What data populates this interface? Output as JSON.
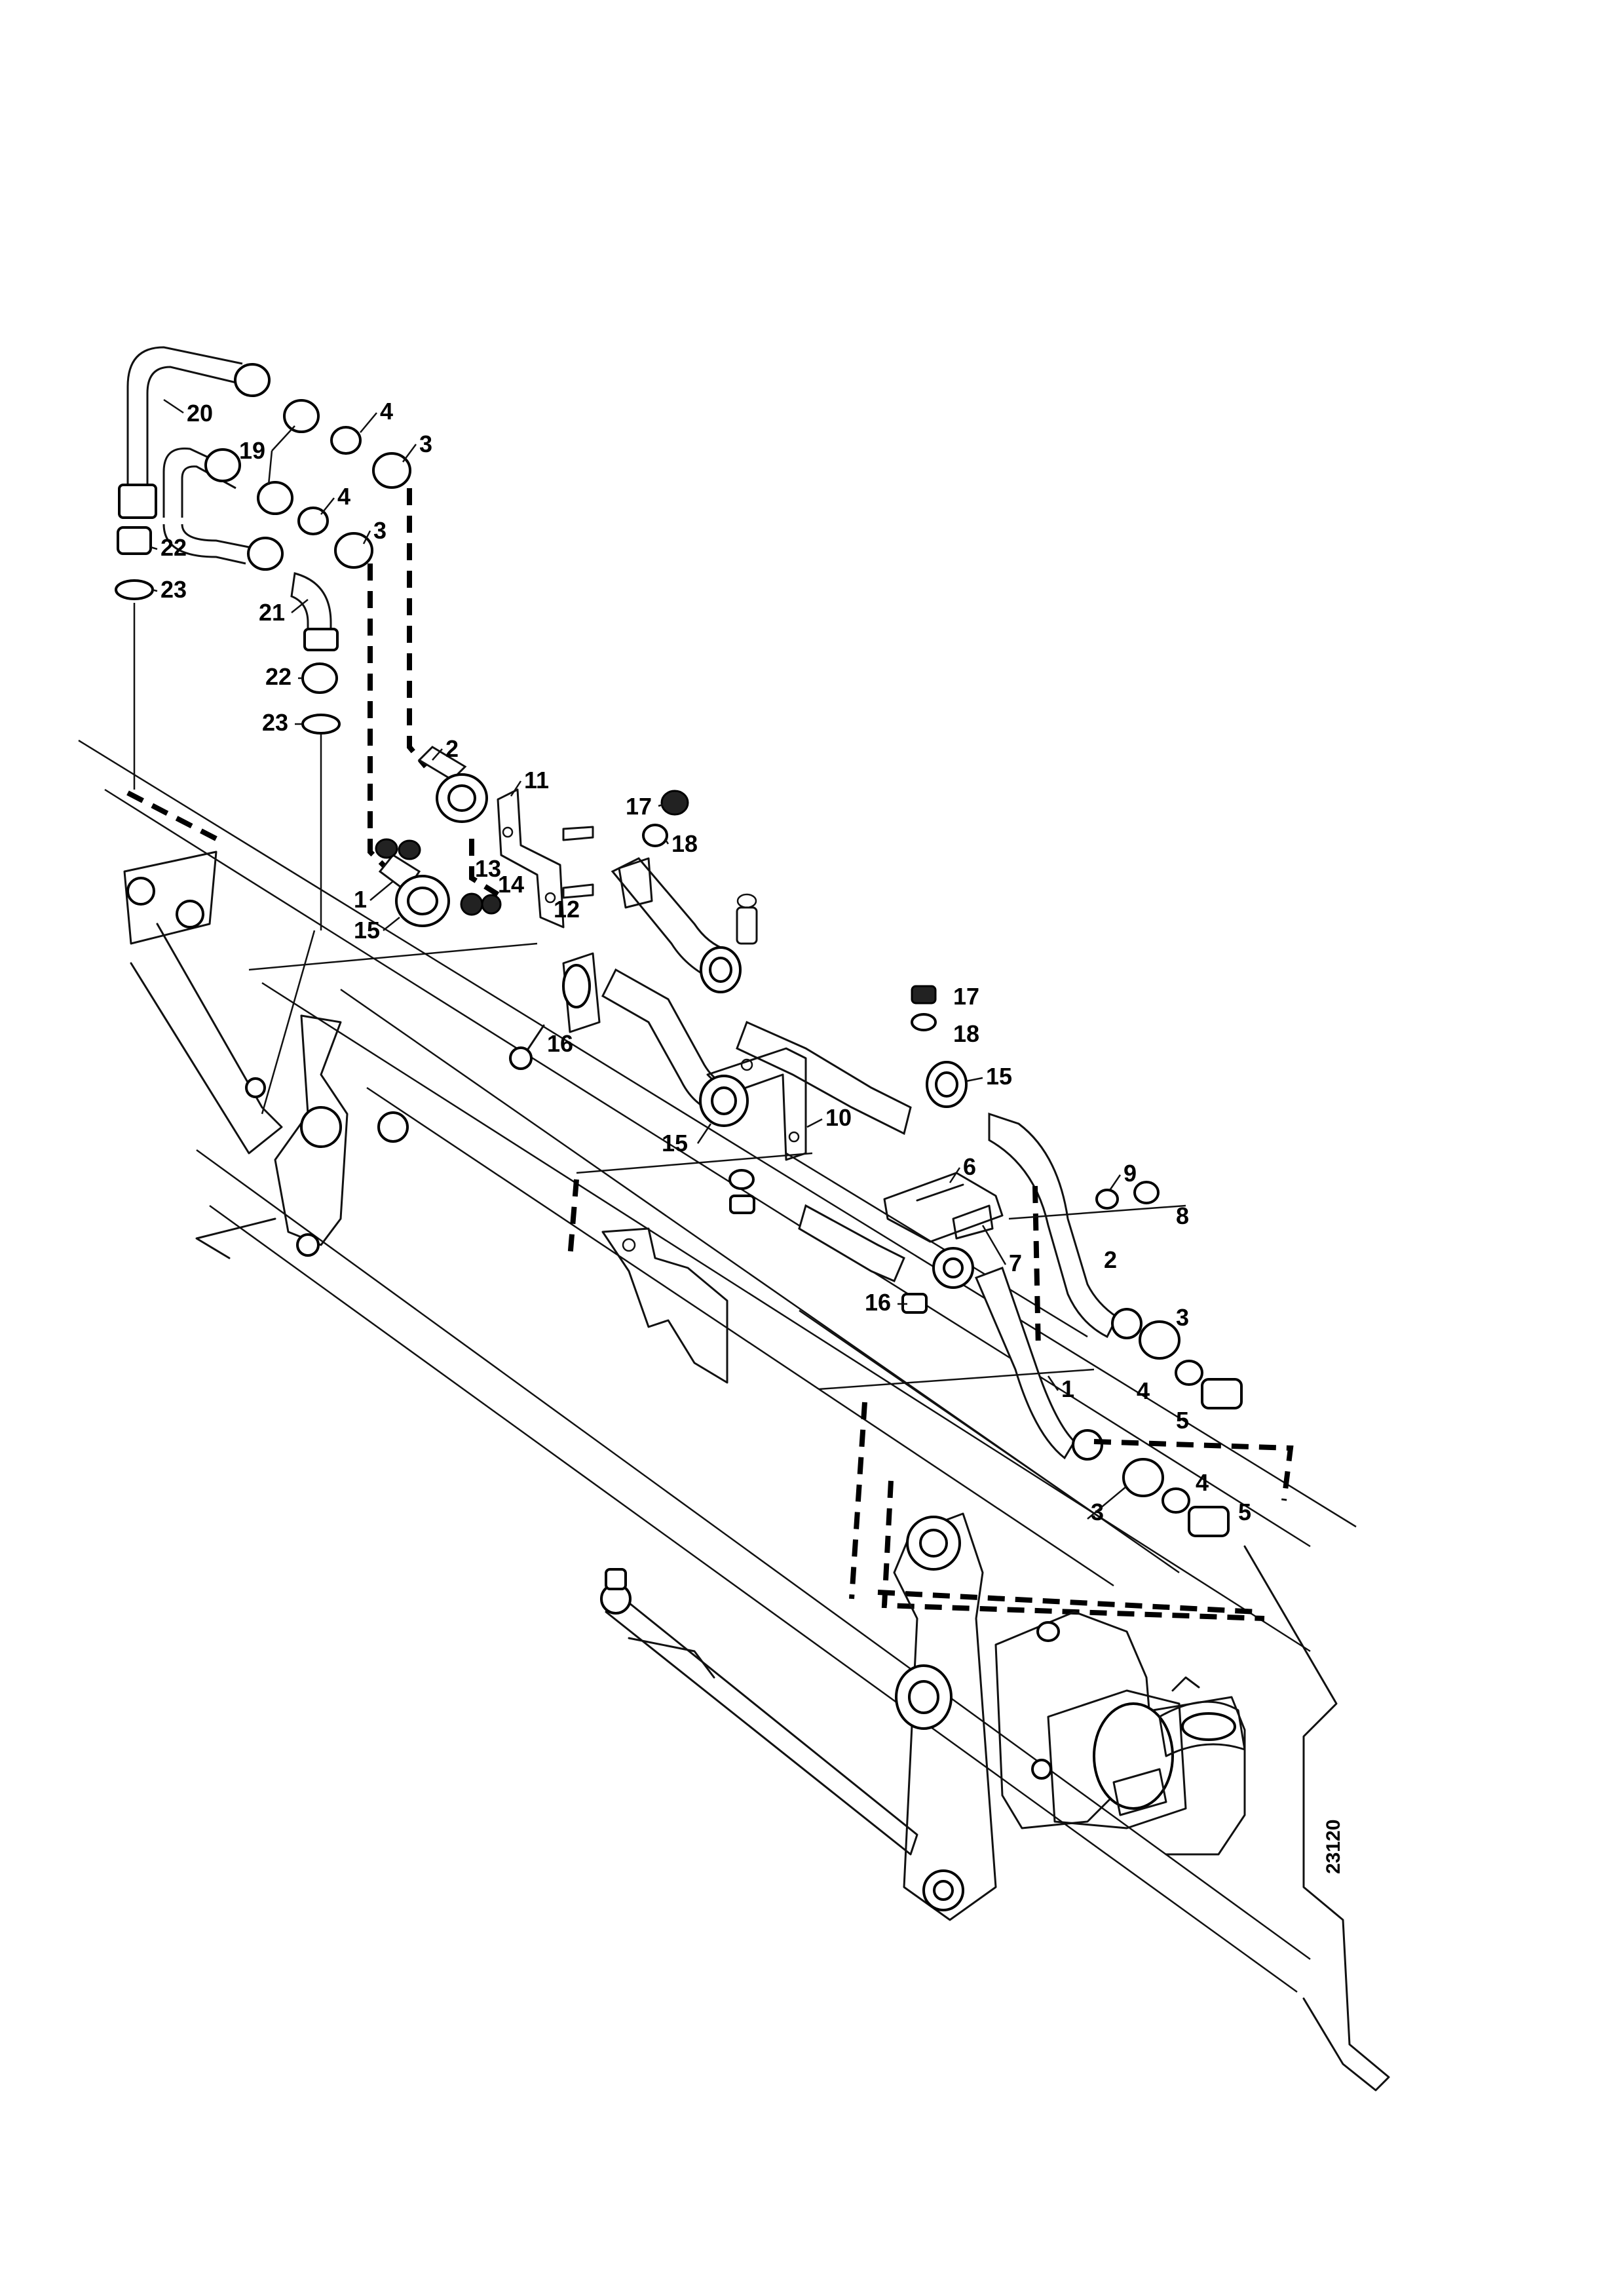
{
  "figure": {
    "drawing_number": "23120",
    "callouts": [
      {
        "id": "c-20",
        "text": "20"
      },
      {
        "id": "c-4a",
        "text": "4"
      },
      {
        "id": "c-19",
        "text": "19"
      },
      {
        "id": "c-3a",
        "text": "3"
      },
      {
        "id": "c-4b",
        "text": "4"
      },
      {
        "id": "c-3b",
        "text": "3"
      },
      {
        "id": "c-22a",
        "text": "22"
      },
      {
        "id": "c-23a",
        "text": "23"
      },
      {
        "id": "c-21",
        "text": "21"
      },
      {
        "id": "c-22b",
        "text": "22"
      },
      {
        "id": "c-23b",
        "text": "23"
      },
      {
        "id": "c-2a",
        "text": "2"
      },
      {
        "id": "c-11",
        "text": "11"
      },
      {
        "id": "c-17a",
        "text": "17"
      },
      {
        "id": "c-18a",
        "text": "18"
      },
      {
        "id": "c-1a",
        "text": "1"
      },
      {
        "id": "c-13",
        "text": "13"
      },
      {
        "id": "c-14",
        "text": "14"
      },
      {
        "id": "c-12",
        "text": "12"
      },
      {
        "id": "c-15a",
        "text": "15"
      },
      {
        "id": "c-16a",
        "text": "16"
      },
      {
        "id": "c-17b",
        "text": "17"
      },
      {
        "id": "c-18b",
        "text": "18"
      },
      {
        "id": "c-15b",
        "text": "15"
      },
      {
        "id": "c-10",
        "text": "10"
      },
      {
        "id": "c-15c",
        "text": "15"
      },
      {
        "id": "c-9",
        "text": "9"
      },
      {
        "id": "c-6",
        "text": "6"
      },
      {
        "id": "c-8",
        "text": "8"
      },
      {
        "id": "c-7",
        "text": "7"
      },
      {
        "id": "c-2b",
        "text": "2"
      },
      {
        "id": "c-16b",
        "text": "16"
      },
      {
        "id": "c-3c",
        "text": "3"
      },
      {
        "id": "c-1b",
        "text": "1"
      },
      {
        "id": "c-4c",
        "text": "4"
      },
      {
        "id": "c-5a",
        "text": "5"
      },
      {
        "id": "c-4d",
        "text": "4"
      },
      {
        "id": "c-3d",
        "text": "3"
      },
      {
        "id": "c-5b",
        "text": "5"
      }
    ]
  }
}
